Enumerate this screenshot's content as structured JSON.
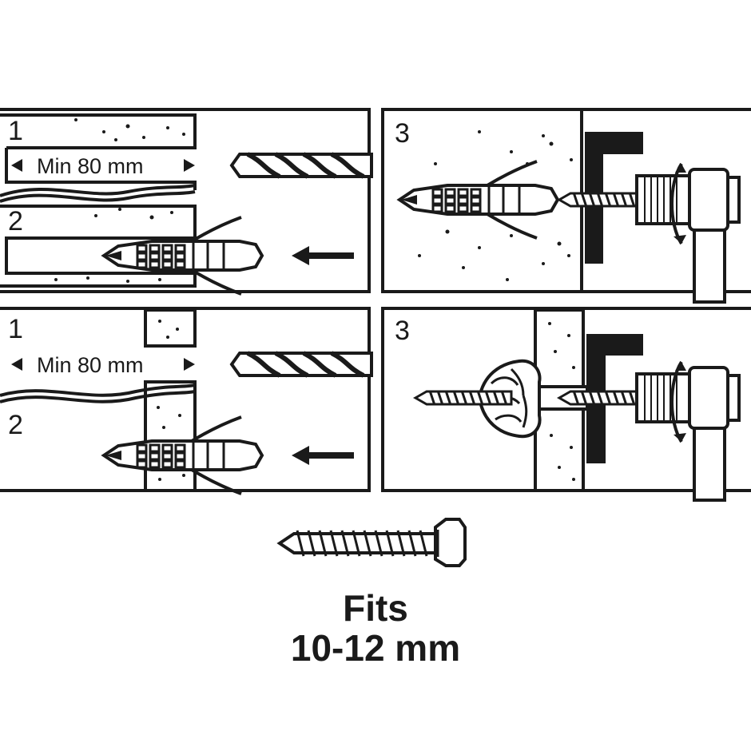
{
  "panels": [
    {
      "id": "solid-wall",
      "steps": [
        "1",
        "2"
      ],
      "min_label": "Min 80 mm"
    },
    {
      "id": "solid-wall-fixing",
      "steps": [
        "3"
      ]
    },
    {
      "id": "thin-wall",
      "steps": [
        "1",
        "2"
      ],
      "min_label": "Min 80 mm"
    },
    {
      "id": "thin-wall-fixing",
      "steps": [
        "3"
      ]
    }
  ],
  "caption": {
    "line1": "Fits",
    "line2": "10-12 mm"
  },
  "colors": {
    "ink": "#1a1a1a",
    "background": "#ffffff"
  }
}
